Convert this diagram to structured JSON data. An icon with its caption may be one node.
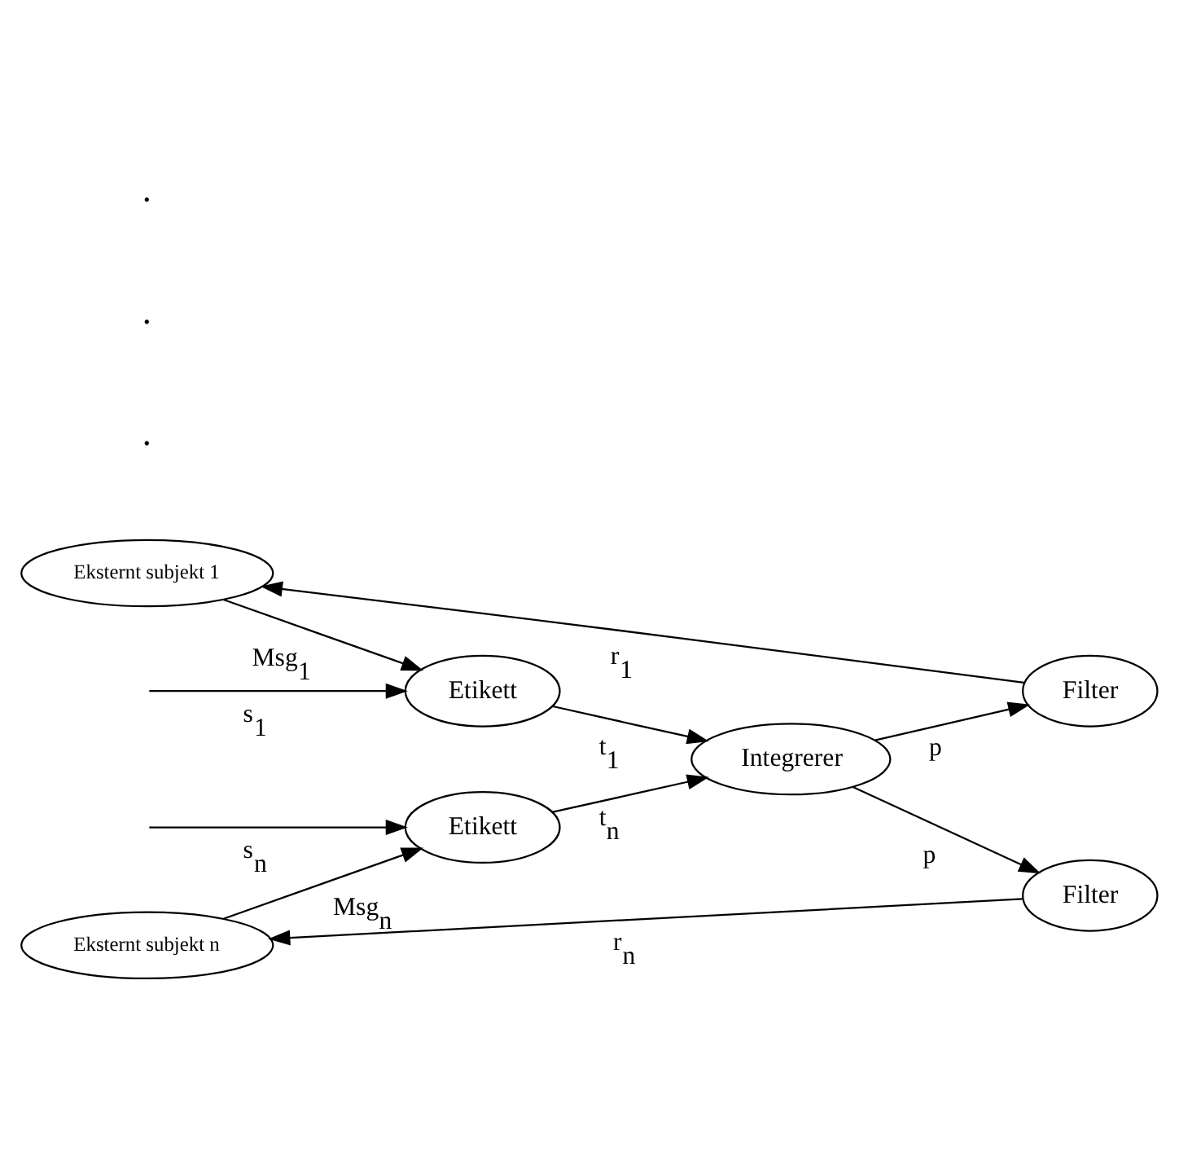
{
  "diagram": {
    "nodes": [
      {
        "text": [
          "Eksternt subjekt 1"
        ]
      },
      {
        "text": [
          "Etikett"
        ]
      },
      {
        "text": [
          "Filter"
        ]
      },
      {
        "text": [
          "Integrerer"
        ]
      },
      {
        "text": [
          "Filter"
        ]
      },
      {
        "text": [
          "Eksternt subjekt n"
        ]
      },
      {
        "text": [
          "Etikett"
        ]
      }
    ],
    "edges": [
      {
        "from": null,
        "to": 1,
        "arrow": "to",
        "label": "s$_{1}$"
      },
      {
        "from": 0,
        "to": 1,
        "arrow": "to",
        "label": "Msg$_{1}$"
      },
      {
        "from": 1,
        "to": 3,
        "arrow": "to",
        "label": "t$_{1}$"
      },
      {
        "from": 2,
        "to": 0,
        "arrow": "to",
        "label": "r$_{1}$"
      },
      {
        "from": 3,
        "to": 2,
        "arrow": "to",
        "label": "p"
      },
      {
        "from": 3,
        "to": 4,
        "arrow": "to",
        "label": "p"
      },
      {
        "from": 4,
        "to": 5,
        "arrow": "to",
        "label": "r$_{n}$"
      },
      {
        "from": 5,
        "to": 6,
        "arrow": "to",
        "label": "Msg$_{n}$"
      },
      {
        "from": 6,
        "to": 3,
        "arrow": "to",
        "label": "t$_{n}$"
      },
      {
        "from": null,
        "to": 6,
        "arrow": "to",
        "label": "s$_{n}$"
      }
    ],
    "labels": [
      "·",
      "·",
      "·"
    ]
  }
}
